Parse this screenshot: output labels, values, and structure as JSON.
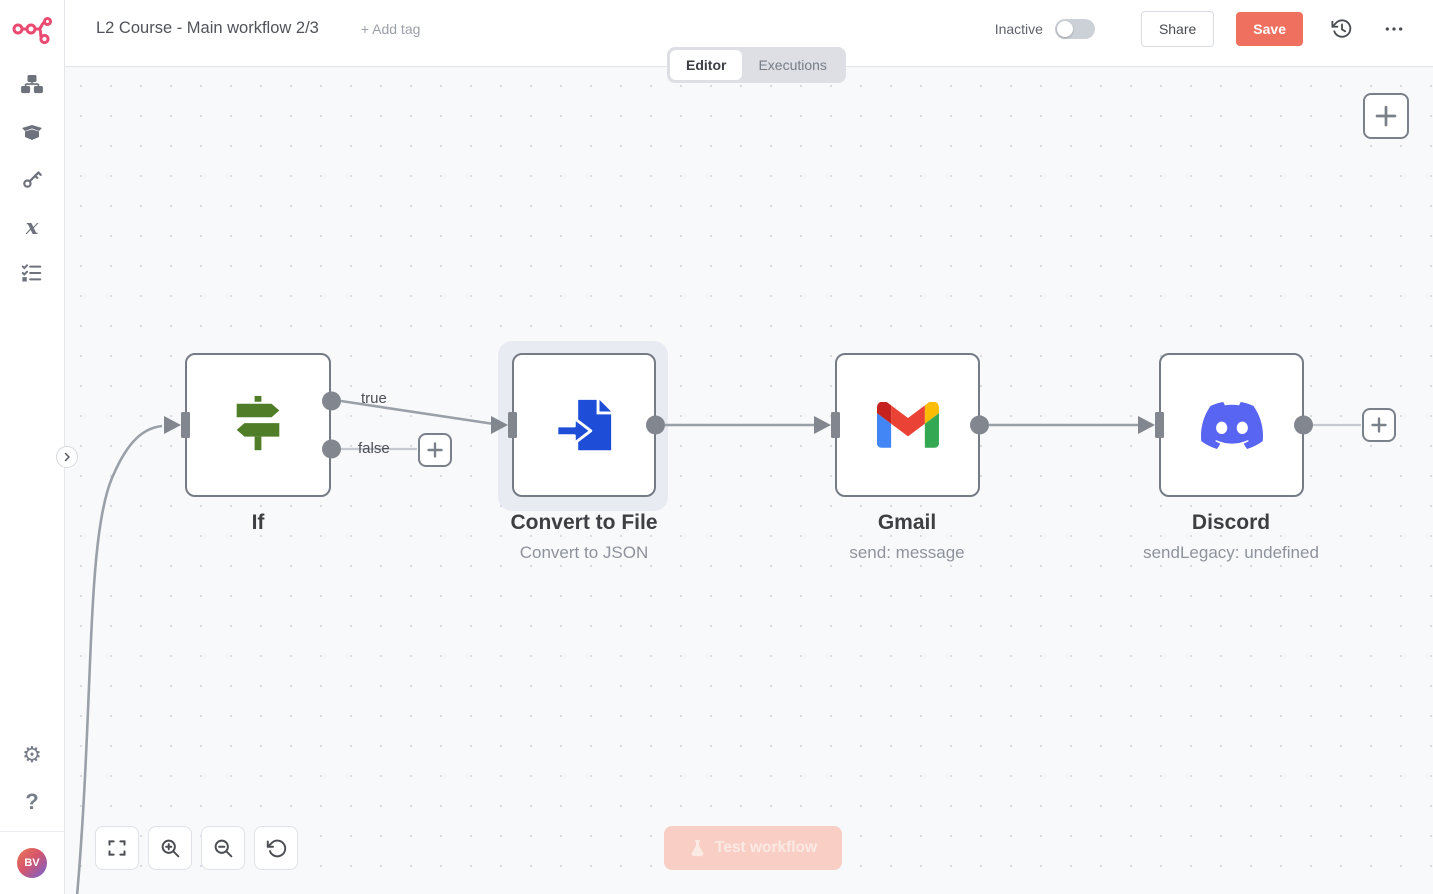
{
  "header": {
    "title": "L2 Course - Main workflow 2/3",
    "add_tag_label": "+ Add tag",
    "status_label": "Inactive",
    "status_active": false,
    "share_label": "Share",
    "save_label": "Save",
    "tabs": {
      "editor": "Editor",
      "executions": "Executions",
      "active_tab": "Editor"
    }
  },
  "sidebar": {
    "icons": [
      "workflows-icon",
      "templates-box-icon",
      "credentials-key-icon",
      "variables-x-icon",
      "insights-checklist-icon"
    ],
    "variables_glyph": "x",
    "settings_glyph": "⚙",
    "help_glyph": "?",
    "avatar_initials": "BV"
  },
  "canvas": {
    "nodes": [
      {
        "name": "If",
        "subtitle": "",
        "icon": "if-signpost-icon",
        "selected": false
      },
      {
        "name": "Convert to File",
        "subtitle": "Convert to JSON",
        "icon": "convert-to-file-icon",
        "selected": true
      },
      {
        "name": "Gmail",
        "subtitle": "send: message",
        "icon": "gmail-icon",
        "selected": false
      },
      {
        "name": "Discord",
        "subtitle": "sendLegacy: undefined",
        "icon": "discord-icon",
        "selected": false
      }
    ],
    "connection_labels": {
      "true_label": "true",
      "false_label": "false"
    },
    "test_button_label": "Test workflow",
    "test_button_enabled": false
  },
  "colors": {
    "save_accent": "#f0705f",
    "brand_logo": "#ea4b71",
    "if_icon_green": "#4f7d28",
    "convert_icon_blue": "#1e4ed8",
    "discord_blurple": "#5865f2",
    "selection_halo": "#e8ebf1",
    "connector_gray": "#82868e",
    "canvas_bg": "#f8f9fb",
    "test_button_bg": "#f9cfc5"
  }
}
